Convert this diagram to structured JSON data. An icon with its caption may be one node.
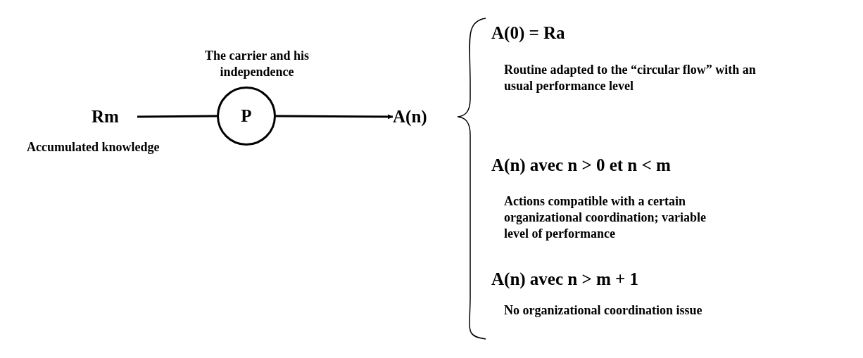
{
  "diagram": {
    "nodes": [
      {
        "text": [
          "Rm"
        ],
        "beside": [
          "Accumulated knowledge"
        ]
      },
      {
        "text": [
          "P"
        ],
        "beside": [
          "The carrier and his independence"
        ]
      },
      {
        "text": [
          "A(n)"
        ]
      }
    ],
    "edges": [
      {
        "from": 0,
        "to": 1,
        "arrow": "none"
      },
      {
        "from": 1,
        "to": 2,
        "arrow": "to"
      }
    ],
    "labels": [
      "A(0) = Ra",
      "Routine adapted to the “circular flow” with an usual performance level",
      "A(n) avec n > 0 et n < m",
      "Actions compatible with a certain organizational coordination; variable level of performance",
      "A(n) avec n > m + 1",
      "No organizational coordination issue"
    ]
  }
}
